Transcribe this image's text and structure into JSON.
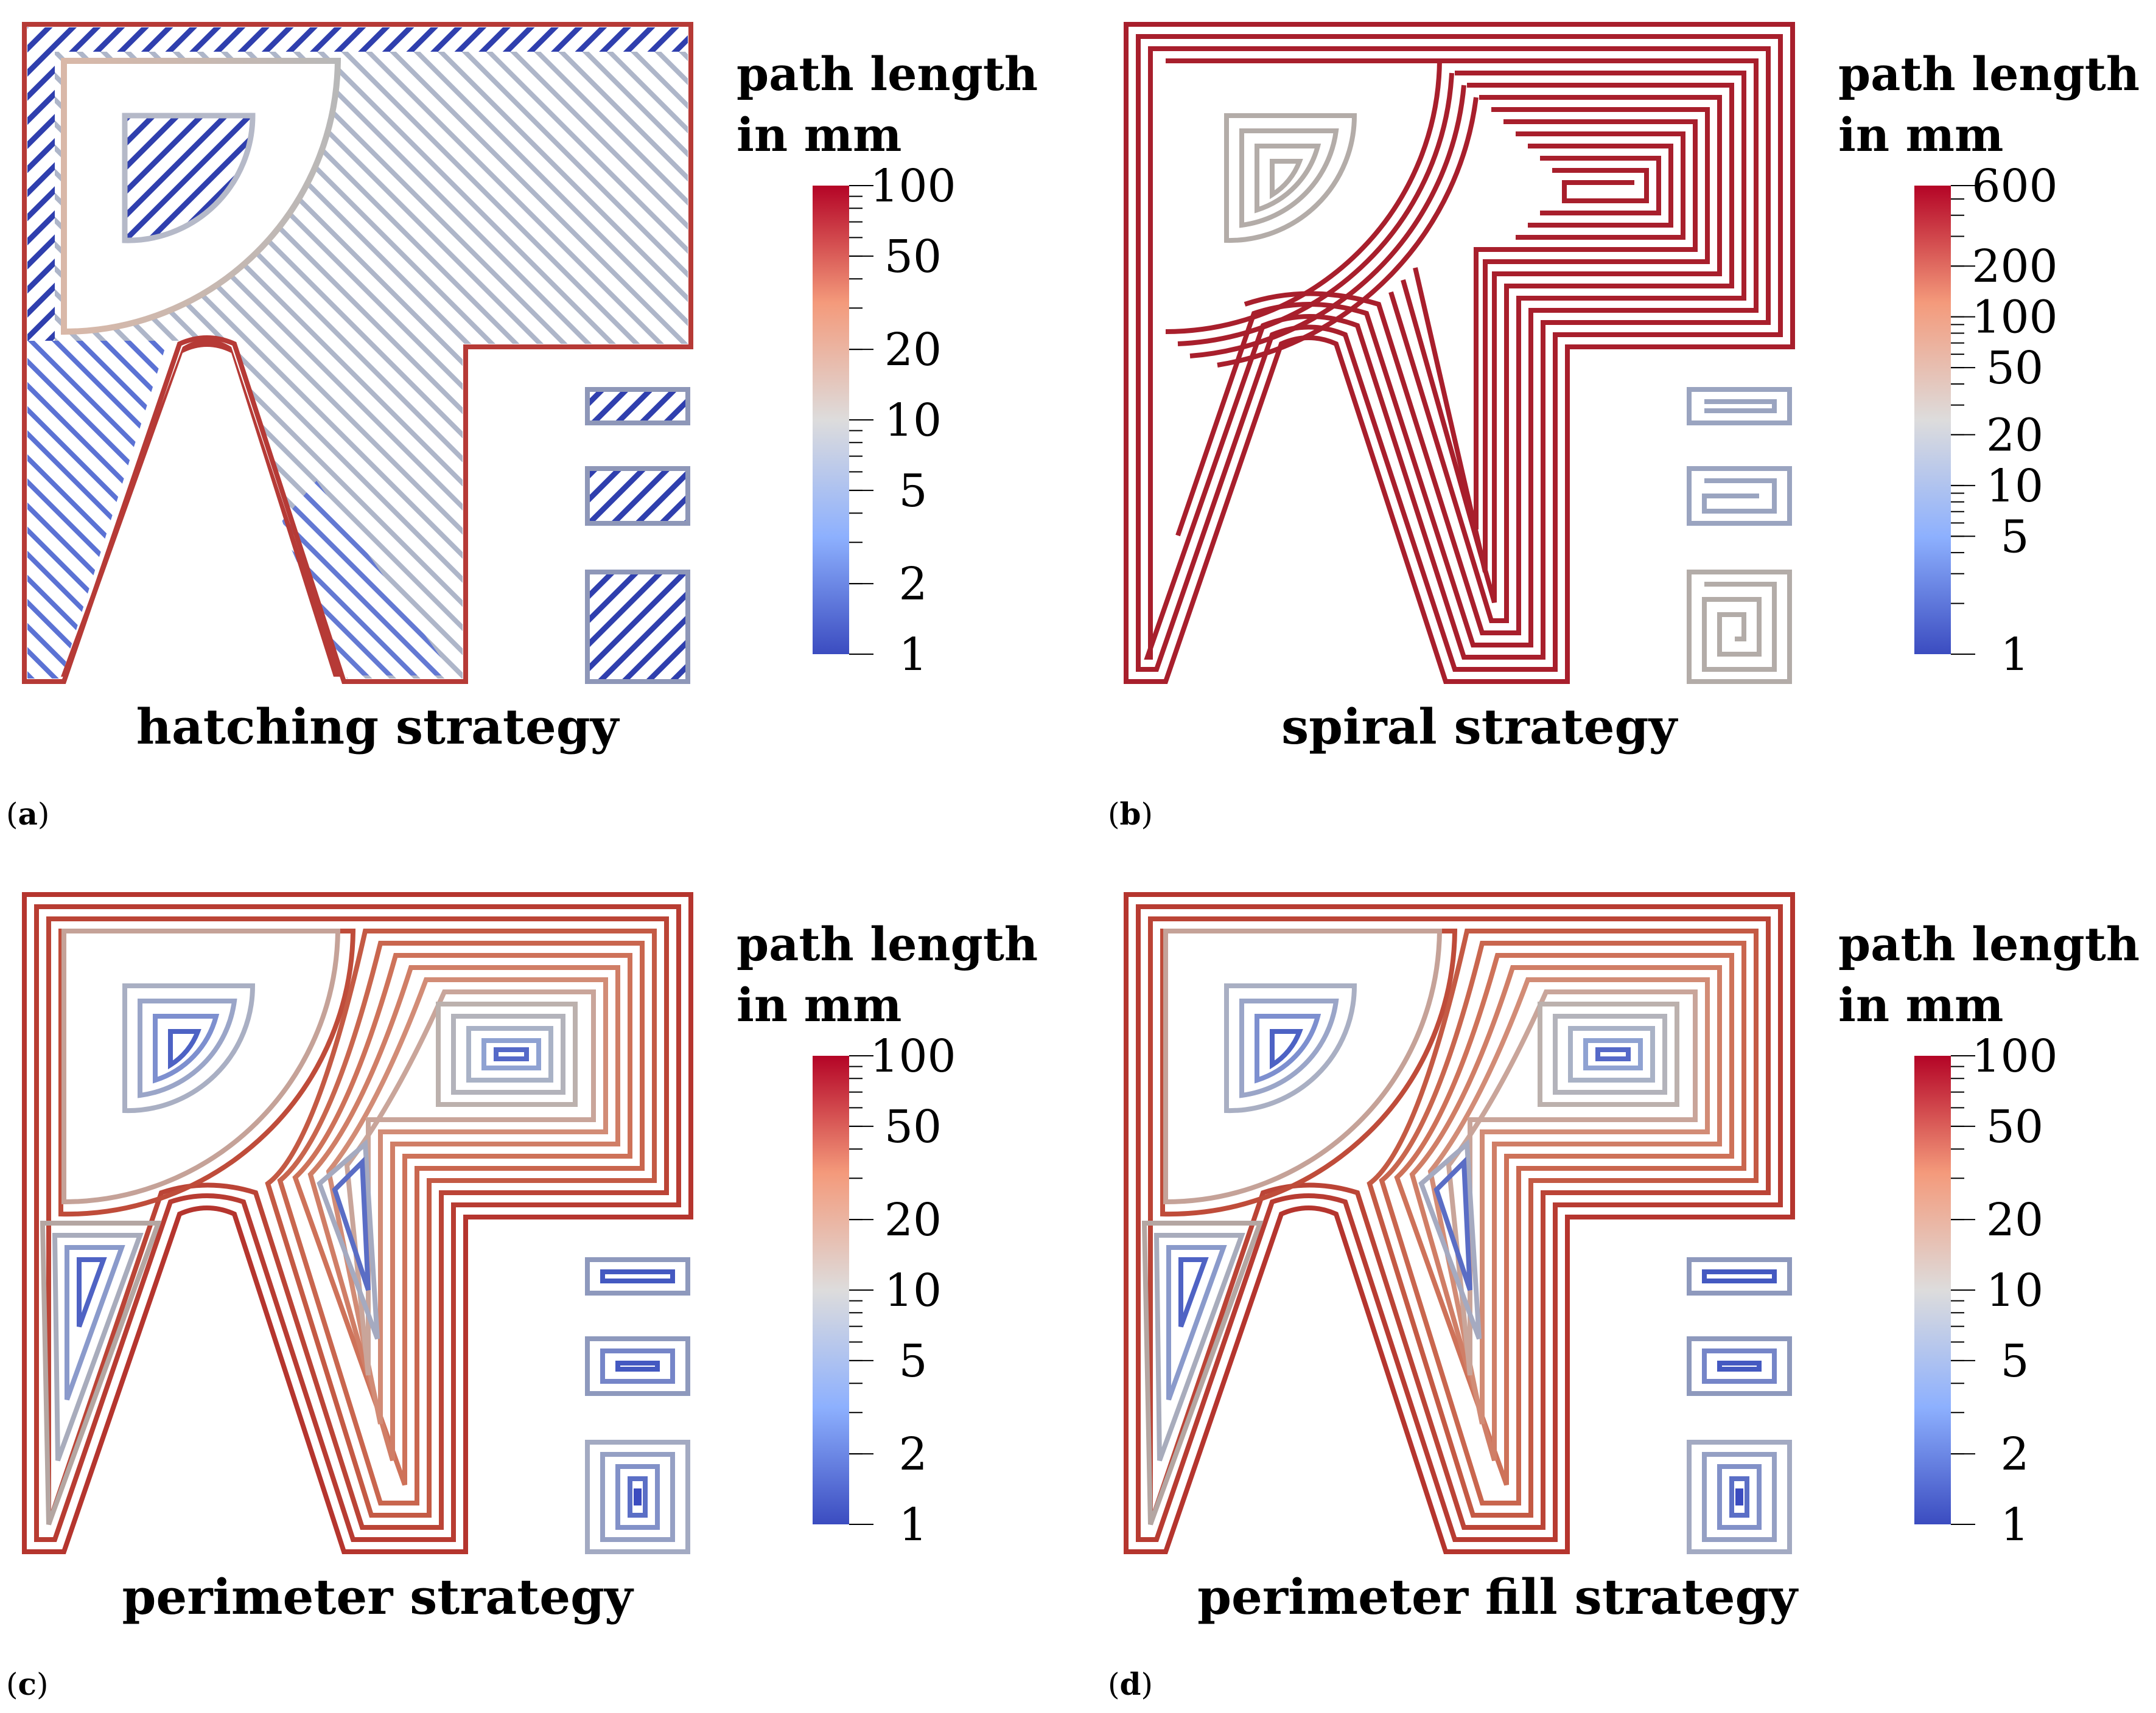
{
  "colors": {
    "low": "#3b4cc0",
    "mid": "#dddcdc",
    "high": "#b40426",
    "path_gray": "#a9a9a9"
  },
  "panels": [
    {
      "id": "a",
      "label": "(a)",
      "letter": "a",
      "caption": "hatching strategy",
      "colorbar": {
        "title_line1": "path length",
        "title_line2": "in mm",
        "scale": "log",
        "range": [
          1,
          100
        ],
        "major_ticks": [
          "100",
          "50",
          "20",
          "10",
          "5",
          "2",
          "1"
        ]
      }
    },
    {
      "id": "b",
      "label": "(b)",
      "letter": "b",
      "caption": "spiral strategy",
      "colorbar": {
        "title_line1": "path length",
        "title_line2": "in mm",
        "scale": "log",
        "range": [
          1,
          600
        ],
        "major_ticks": [
          "600",
          "200",
          "100",
          "50",
          "20",
          "10",
          "5",
          "1"
        ]
      }
    },
    {
      "id": "c",
      "label": "(c)",
      "letter": "c",
      "caption": "perimeter strategy",
      "colorbar": {
        "title_line1": "path length",
        "title_line2": "in mm",
        "scale": "log",
        "range": [
          1,
          100
        ],
        "major_ticks": [
          "100",
          "50",
          "20",
          "10",
          "5",
          "2",
          "1"
        ]
      }
    },
    {
      "id": "d",
      "label": "(d)",
      "letter": "d",
      "caption": "perimeter fill strategy",
      "colorbar": {
        "title_line1": "path length",
        "title_line2": "in mm",
        "scale": "log",
        "range": [
          1,
          100
        ],
        "major_ticks": [
          "100",
          "50",
          "20",
          "10",
          "5",
          "2",
          "1"
        ]
      }
    }
  ]
}
